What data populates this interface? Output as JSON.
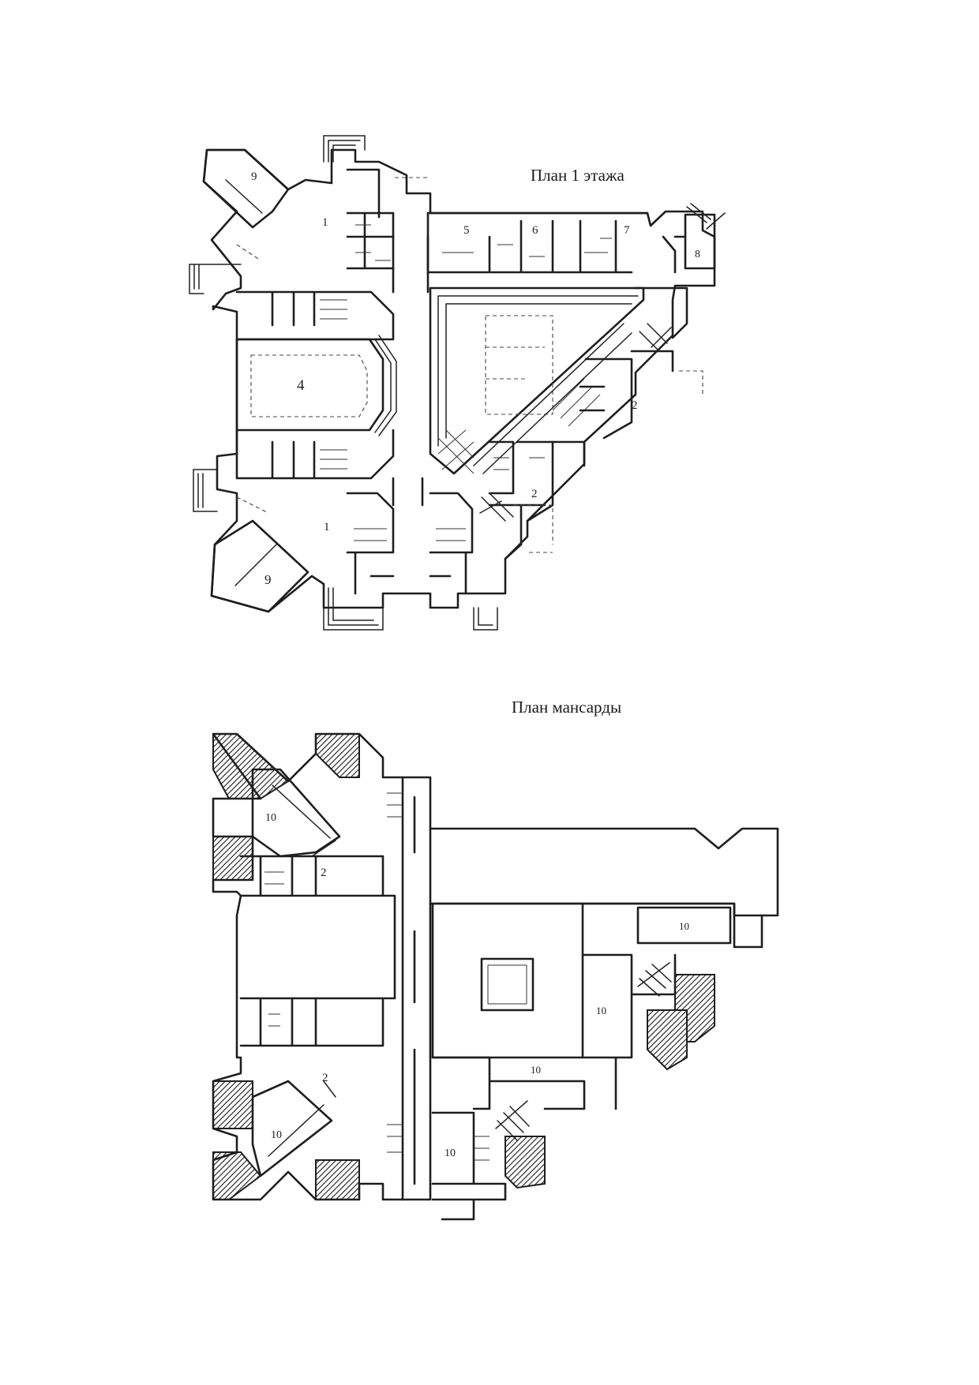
{
  "plans": [
    {
      "title": "План 1 этажа",
      "room_labels": [
        "9",
        "1",
        "5",
        "6",
        "7",
        "8",
        "4",
        "2",
        "2",
        "1",
        "9"
      ]
    },
    {
      "title": "План мансарды",
      "room_labels": [
        "10",
        "2",
        "10",
        "10",
        "10",
        "2",
        "10",
        "10"
      ]
    }
  ],
  "colors": {
    "line": "#1e1e1e",
    "background": "#ffffff"
  }
}
